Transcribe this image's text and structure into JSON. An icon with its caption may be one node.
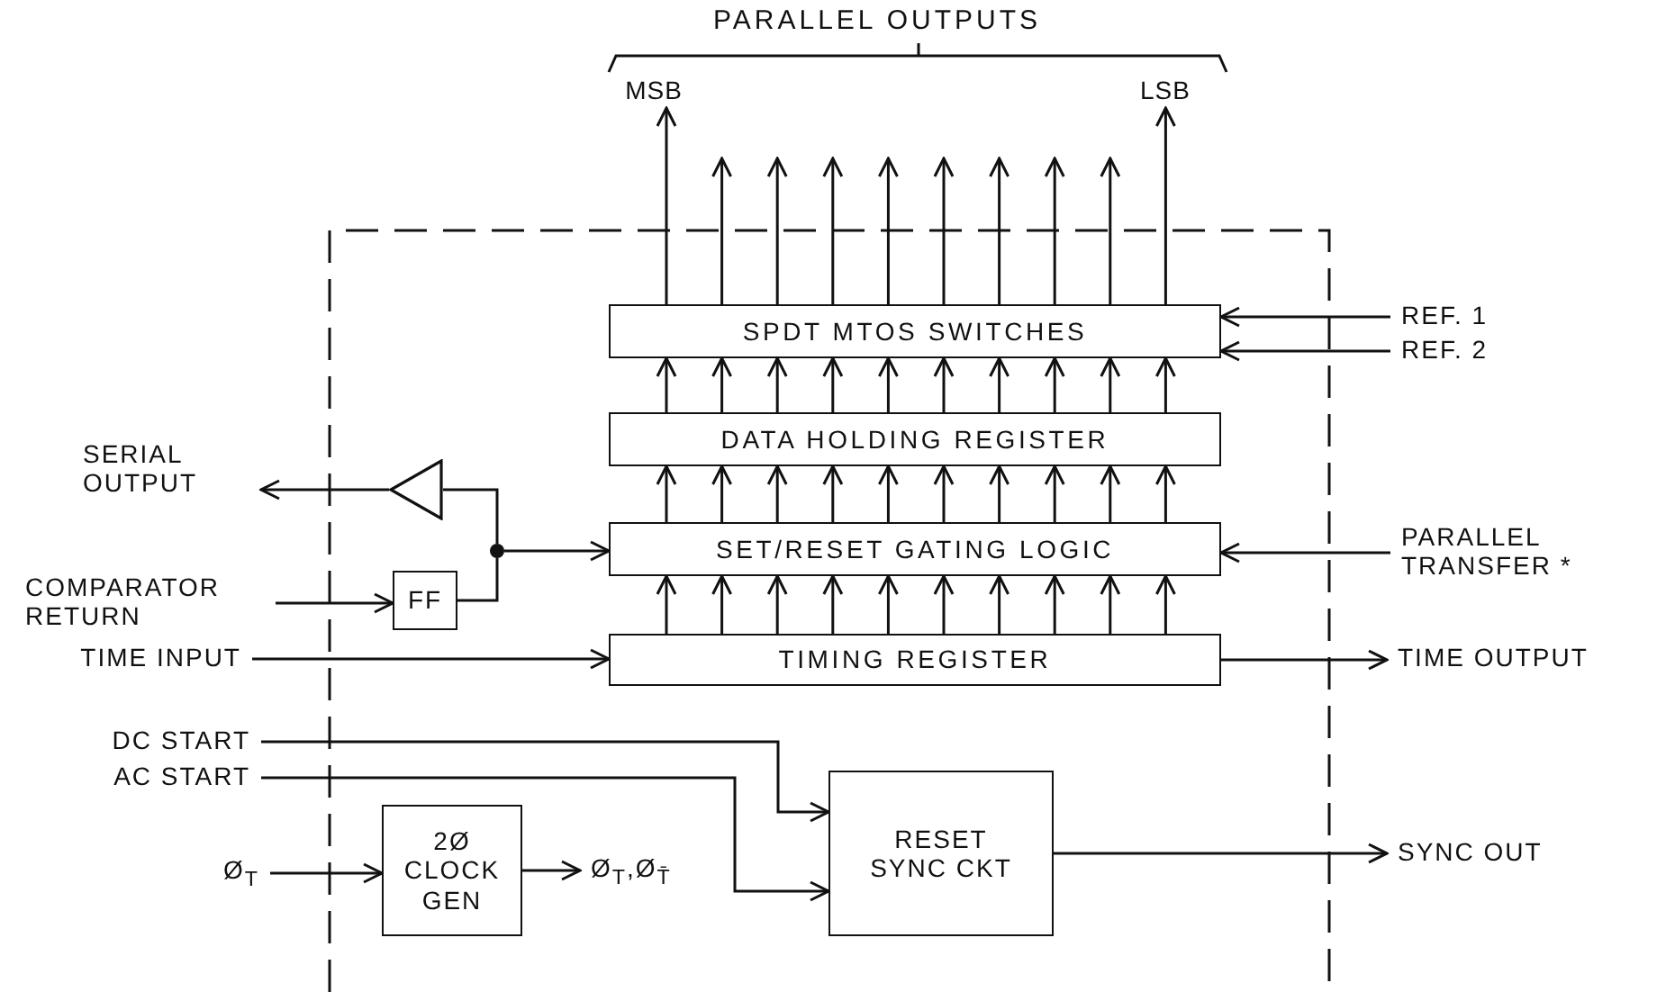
{
  "diagram": {
    "nodes": [
      {
        "text": [
          "SPDT MTOS SWITCHES"
        ]
      },
      {
        "text": [
          "DATA HOLDING REGISTER"
        ]
      },
      {
        "text": [
          "SET/RESET GATING LOGIC"
        ]
      },
      {
        "text": [
          "TIMING REGISTER"
        ]
      },
      {
        "text": [
          "FF"
        ]
      },
      {
        "text": [],
        "shape": "triangle"
      },
      {
        "text": [],
        "shape": "circle"
      },
      {
        "text": [
          "2Ø CLOCK GEN"
        ]
      },
      {
        "text": [
          "RESET SYNC CKT"
        ]
      },
      {
        "text": [
          "REF. 1"
        ]
      },
      {
        "text": [
          "REF. 2"
        ]
      },
      {
        "text": [
          "SERIAL OUTPUT"
        ]
      },
      {
        "text": [
          "COMPARATOR RETURN"
        ]
      },
      {
        "text": [
          "PARALLEL TRANSFER *"
        ]
      },
      {
        "text": [
          "TIME INPUT"
        ]
      },
      {
        "text": [
          "TIME OUTPUT"
        ]
      },
      {
        "text": [
          "DC START"
        ]
      },
      {
        "text": [
          "AC START"
        ]
      },
      {
        "text": [
          "Ø$_{T}$"
        ]
      },
      {
        "text": [
          "Ø$_{T}$,Ø$_{T̄}$"
        ]
      },
      {
        "text": [
          "SYNC OUT"
        ]
      },
      {
        "text": [
          "MSB"
        ]
      },
      {
        "text": [
          "LSB"
        ]
      }
    ],
    "edges": [
      {
        "from": 0,
        "to": 21,
        "arrow": "to"
      },
      {
        "from": 0,
        "to": null,
        "arrow": "to"
      },
      {
        "from": 0,
        "to": null,
        "arrow": "to"
      },
      {
        "from": 0,
        "to": null,
        "arrow": "to"
      },
      {
        "from": 0,
        "to": null,
        "arrow": "to"
      },
      {
        "from": 0,
        "to": null,
        "arrow": "to"
      },
      {
        "from": 0,
        "to": null,
        "arrow": "to"
      },
      {
        "from": 0,
        "to": null,
        "arrow": "to"
      },
      {
        "from": 0,
        "to": null,
        "arrow": "to"
      },
      {
        "from": 0,
        "to": 22,
        "arrow": "to"
      },
      {
        "from": 1,
        "to": 0,
        "arrow": "to"
      },
      {
        "from": 1,
        "to": 0,
        "arrow": "to"
      },
      {
        "from": 1,
        "to": 0,
        "arrow": "to"
      },
      {
        "from": 1,
        "to": 0,
        "arrow": "to"
      },
      {
        "from": 1,
        "to": 0,
        "arrow": "to"
      },
      {
        "from": 1,
        "to": 0,
        "arrow": "to"
      },
      {
        "from": 1,
        "to": 0,
        "arrow": "to"
      },
      {
        "from": 1,
        "to": 0,
        "arrow": "to"
      },
      {
        "from": 1,
        "to": 0,
        "arrow": "to"
      },
      {
        "from": 1,
        "to": 0,
        "arrow": "to"
      },
      {
        "from": 2,
        "to": 1,
        "arrow": "to"
      },
      {
        "from": 2,
        "to": 1,
        "arrow": "to"
      },
      {
        "from": 2,
        "to": 1,
        "arrow": "to"
      },
      {
        "from": 2,
        "to": 1,
        "arrow": "to"
      },
      {
        "from": 2,
        "to": 1,
        "arrow": "to"
      },
      {
        "from": 2,
        "to": 1,
        "arrow": "to"
      },
      {
        "from": 2,
        "to": 1,
        "arrow": "to"
      },
      {
        "from": 2,
        "to": 1,
        "arrow": "to"
      },
      {
        "from": 2,
        "to": 1,
        "arrow": "to"
      },
      {
        "from": 2,
        "to": 1,
        "arrow": "to"
      },
      {
        "from": 3,
        "to": 2,
        "arrow": "to"
      },
      {
        "from": 3,
        "to": 2,
        "arrow": "to"
      },
      {
        "from": 3,
        "to": 2,
        "arrow": "to"
      },
      {
        "from": 3,
        "to": 2,
        "arrow": "to"
      },
      {
        "from": 3,
        "to": 2,
        "arrow": "to"
      },
      {
        "from": 3,
        "to": 2,
        "arrow": "to"
      },
      {
        "from": 3,
        "to": 2,
        "arrow": "to"
      },
      {
        "from": 3,
        "to": 2,
        "arrow": "to"
      },
      {
        "from": 3,
        "to": 2,
        "arrow": "to"
      },
      {
        "from": 3,
        "to": 2,
        "arrow": "to"
      },
      {
        "from": 9,
        "to": 0,
        "arrow": "to"
      },
      {
        "from": 10,
        "to": 0,
        "arrow": "to"
      },
      {
        "from": 13,
        "to": 2,
        "arrow": "to"
      },
      {
        "from": 14,
        "to": 3,
        "arrow": "to"
      },
      {
        "from": 3,
        "to": 15,
        "arrow": "to"
      },
      {
        "from": 12,
        "to": 4,
        "arrow": "to"
      },
      {
        "from": 4,
        "to": 6,
        "arrow": "none"
      },
      {
        "from": 6,
        "to": 5,
        "arrow": "none"
      },
      {
        "from": 5,
        "to": 11,
        "arrow": "to"
      },
      {
        "from": 6,
        "to": 2,
        "arrow": "to"
      },
      {
        "from": 16,
        "to": 8,
        "arrow": "to"
      },
      {
        "from": 17,
        "to": 8,
        "arrow": "to"
      },
      {
        "from": 18,
        "to": 7,
        "arrow": "to"
      },
      {
        "from": 7,
        "to": 19,
        "arrow": "to"
      },
      {
        "from": 8,
        "to": 20,
        "arrow": "to"
      }
    ],
    "labels": [
      "PARALLEL OUTPUTS"
    ]
  }
}
